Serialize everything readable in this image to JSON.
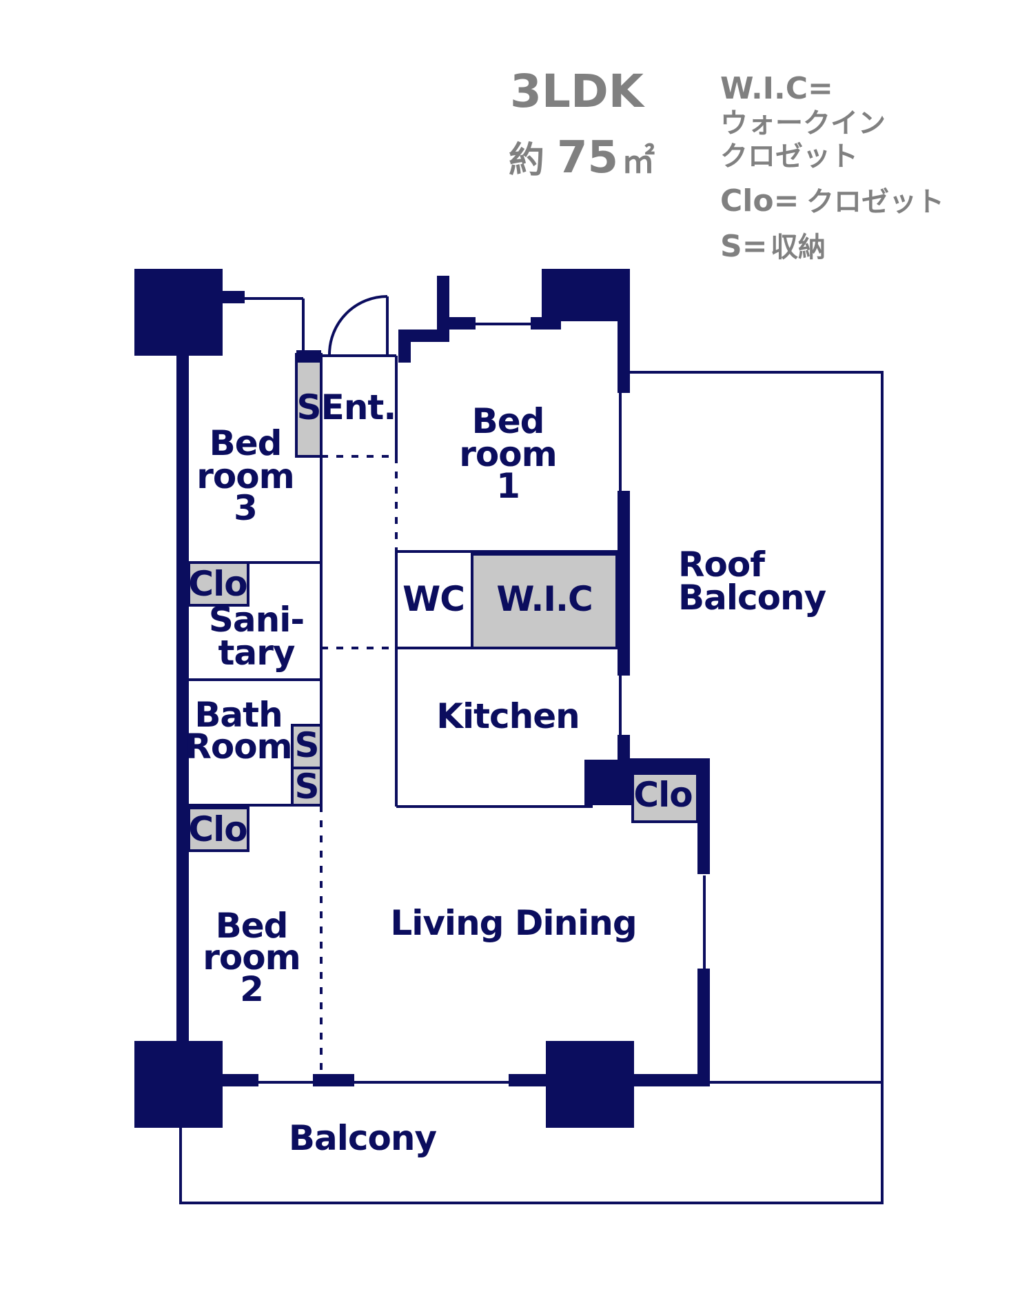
{
  "header": {
    "layout_type": "3LDK",
    "area_prefix": "約",
    "area_value": "75",
    "area_unit": "㎡"
  },
  "legend": {
    "wic_key": "W.I.C=",
    "wic_line1": "ウォークイン",
    "wic_line2": "クロゼット",
    "clo_key": "Clo=",
    "clo_value": "クロゼット",
    "s_key": "S=",
    "s_value": "収納"
  },
  "rooms": {
    "bedroom1": [
      "Bed",
      "room",
      "1"
    ],
    "bedroom2": [
      "Bed",
      "room",
      "2"
    ],
    "bedroom3": [
      "Bed",
      "room",
      "3"
    ],
    "entrance": "Ent.",
    "sanitary": [
      "Sani-",
      "tary"
    ],
    "bathroom": [
      "Bath",
      "Room"
    ],
    "wc": "WC",
    "wic": "W.I.C",
    "kitchen": "Kitchen",
    "living_dining": "Living Dining",
    "roof_balcony": [
      "Roof",
      "Balcony"
    ],
    "balcony": "Balcony",
    "clo": "Clo",
    "storage": "S"
  },
  "colors": {
    "wall": "#0b0d5e",
    "storage_fill": "#c8c8c8",
    "header_text": "#808080"
  }
}
